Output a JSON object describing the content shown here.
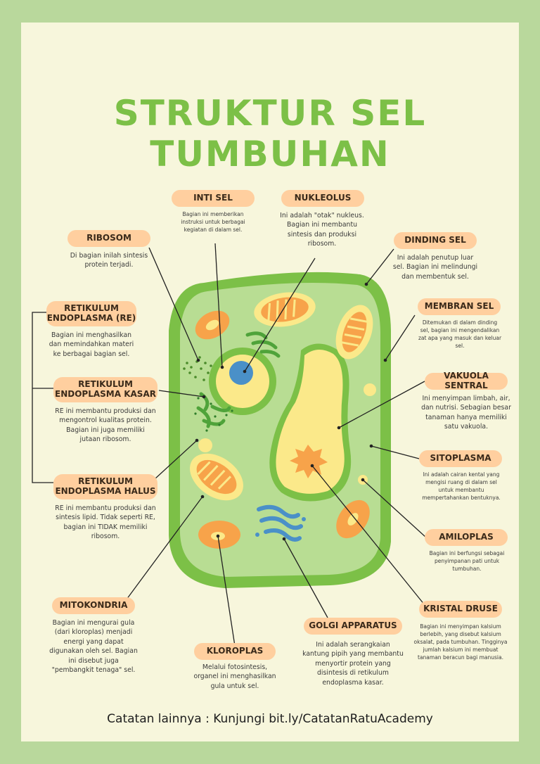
{
  "title": "STRUKTUR SEL TUMBUHAN",
  "footer": "Catatan lainnya : Kunjungi bit.ly/CatatanRatuAcademy",
  "colors": {
    "background": "#b9d89c",
    "sheet": "#f7f6dc",
    "title": "#7cc047",
    "label": "#ffcf9f",
    "cell_wall": "#7cc047",
    "cytoplasm": "#b8dd93",
    "vacuole": "#fbe98a",
    "chloroplast": "#f7a34a",
    "golgi": "#4a90c8"
  },
  "parts": {
    "inti_sel": {
      "label": "INTI SEL",
      "desc": "Bagian ini memberikan instruksi untuk berbagai kegiatan di dalam sel."
    },
    "nukleolus": {
      "label": "NUKLEOLUS",
      "desc": "Ini adalah \"otak\" nukleus. Bagian ini membantu sintesis dan produksi ribosom."
    },
    "ribosom": {
      "label": "RIBOSOM",
      "desc": "Di bagian inilah sintesis protein terjadi."
    },
    "dinding_sel": {
      "label": "DINDING SEL",
      "desc": "Ini adalah penutup luar sel. Bagian ini melindungi dan membentuk sel."
    },
    "retikulum_re": {
      "label": "RETIKULUM ENDOPLASMA (RE)",
      "desc": "Bagian ini menghasilkan dan memindahkan materi ke berbagai bagian sel."
    },
    "membran_sel": {
      "label": "MEMBRAN SEL",
      "desc": "Ditemukan di dalam dinding sel, bagian ini mengendalikan zat apa yang masuk dan keluar sel."
    },
    "re_kasar": {
      "label": "RETIKULUM ENDOPLASMA KASAR",
      "desc": "RE ini membantu produksi dan mengontrol kualitas protein. Bagian ini juga memiliki jutaan ribosom."
    },
    "vakuola_sentral": {
      "label": "VAKUOLA SENTRAL",
      "desc": "Ini menyimpan limbah, air, dan nutrisi. Sebagian besar tanaman hanya memiliki satu vakuola."
    },
    "sitoplasma": {
      "label": "SITOPLASMA",
      "desc": "Ini adalah cairan kental yang mengisi ruang di dalam sel untuk membantu mempertahankan bentuknya."
    },
    "re_halus": {
      "label": "RETIKULUM ENDOPLASMA HALUS",
      "desc": "RE ini membantu produksi dan sintesis lipid. Tidak seperti RE, bagian ini TIDAK memiliki ribosom."
    },
    "amiloplas": {
      "label": "AMILOPLAS",
      "desc": "Bagian ini berfungsi sebagai penyimpanan pati untuk tumbuhan."
    },
    "mitokondria": {
      "label": "MITOKONDRIA",
      "desc": "Bagian ini mengurai gula (dari kloroplas) menjadi energi yang dapat digunakan oleh sel. Bagian ini disebut juga \"pembangkit tenaga\" sel."
    },
    "kristal_druse": {
      "label": "KRISTAL DRUSE",
      "desc": "Bagian ini menyimpan kalsium berlebih, yang disebut kalsium oksalat, pada tumbuhan. Tingginya jumlah kalsium ini membuat tanaman beracun bagi manusia."
    },
    "golgi": {
      "label": "GOLGI APPARATUS",
      "desc": "Ini adalah serangkaian kantung pipih yang membantu menyortir protein yang disintesis di retikulum endoplasma kasar."
    },
    "kloroplas": {
      "label": "KLOROPLAS",
      "desc": "Melalui fotosintesis, organel ini menghasilkan gula untuk sel."
    }
  }
}
